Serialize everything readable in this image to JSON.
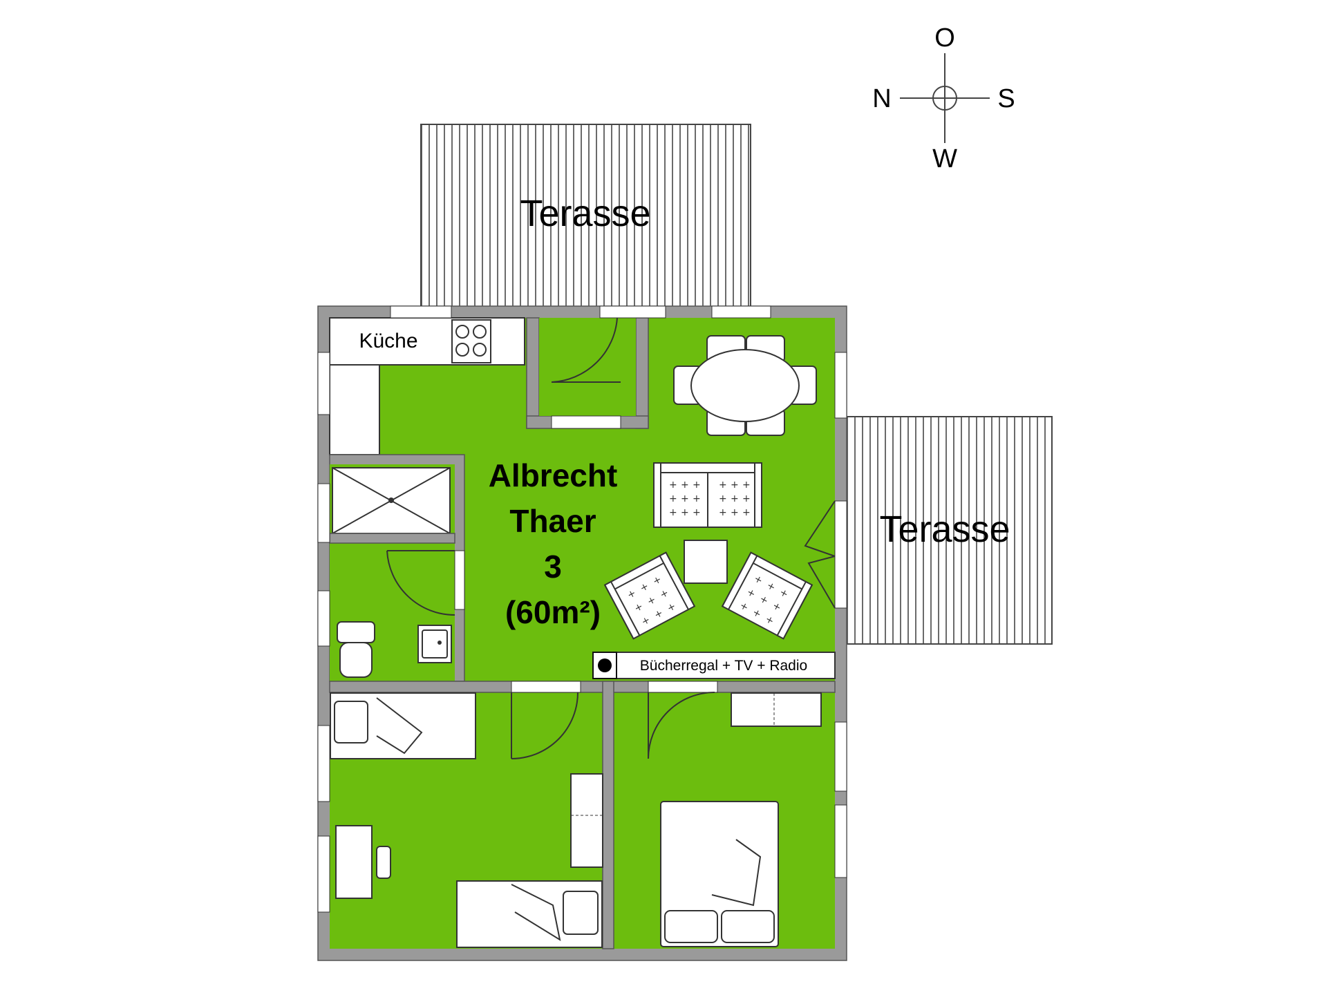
{
  "plan": {
    "terrace_top_label": "Terasse",
    "terrace_right_label": "Terasse",
    "kitchen_label": "Küche",
    "apartment_name_line1": "Albrecht",
    "apartment_name_line2": "Thaer",
    "apartment_number": "3",
    "apartment_area": "(60m²)",
    "shelf_label": "Bücherregal + TV + Radio"
  },
  "compass": {
    "north": "N",
    "east": "O",
    "south": "S",
    "west": "W"
  },
  "colors": {
    "floor": "#6cbd0e",
    "wall": "#9a9a9a",
    "background": "#ffffff"
  }
}
